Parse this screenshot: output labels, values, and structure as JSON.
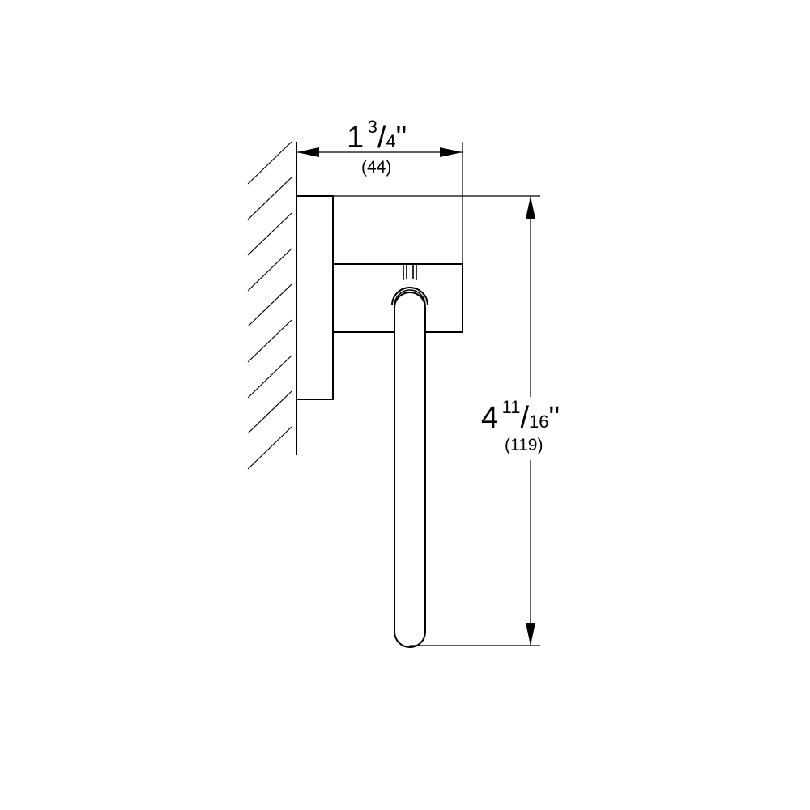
{
  "depth_dimension": {
    "whole": "1",
    "numerator": "3",
    "denominator": "4",
    "unit": "\"",
    "metric": "(44)"
  },
  "height_dimension": {
    "whole": "4",
    "numerator": "11",
    "denominator": "16",
    "unit": "\"",
    "metric": "(119)"
  },
  "colors": {
    "line": "#000000",
    "background": "#ffffff"
  }
}
